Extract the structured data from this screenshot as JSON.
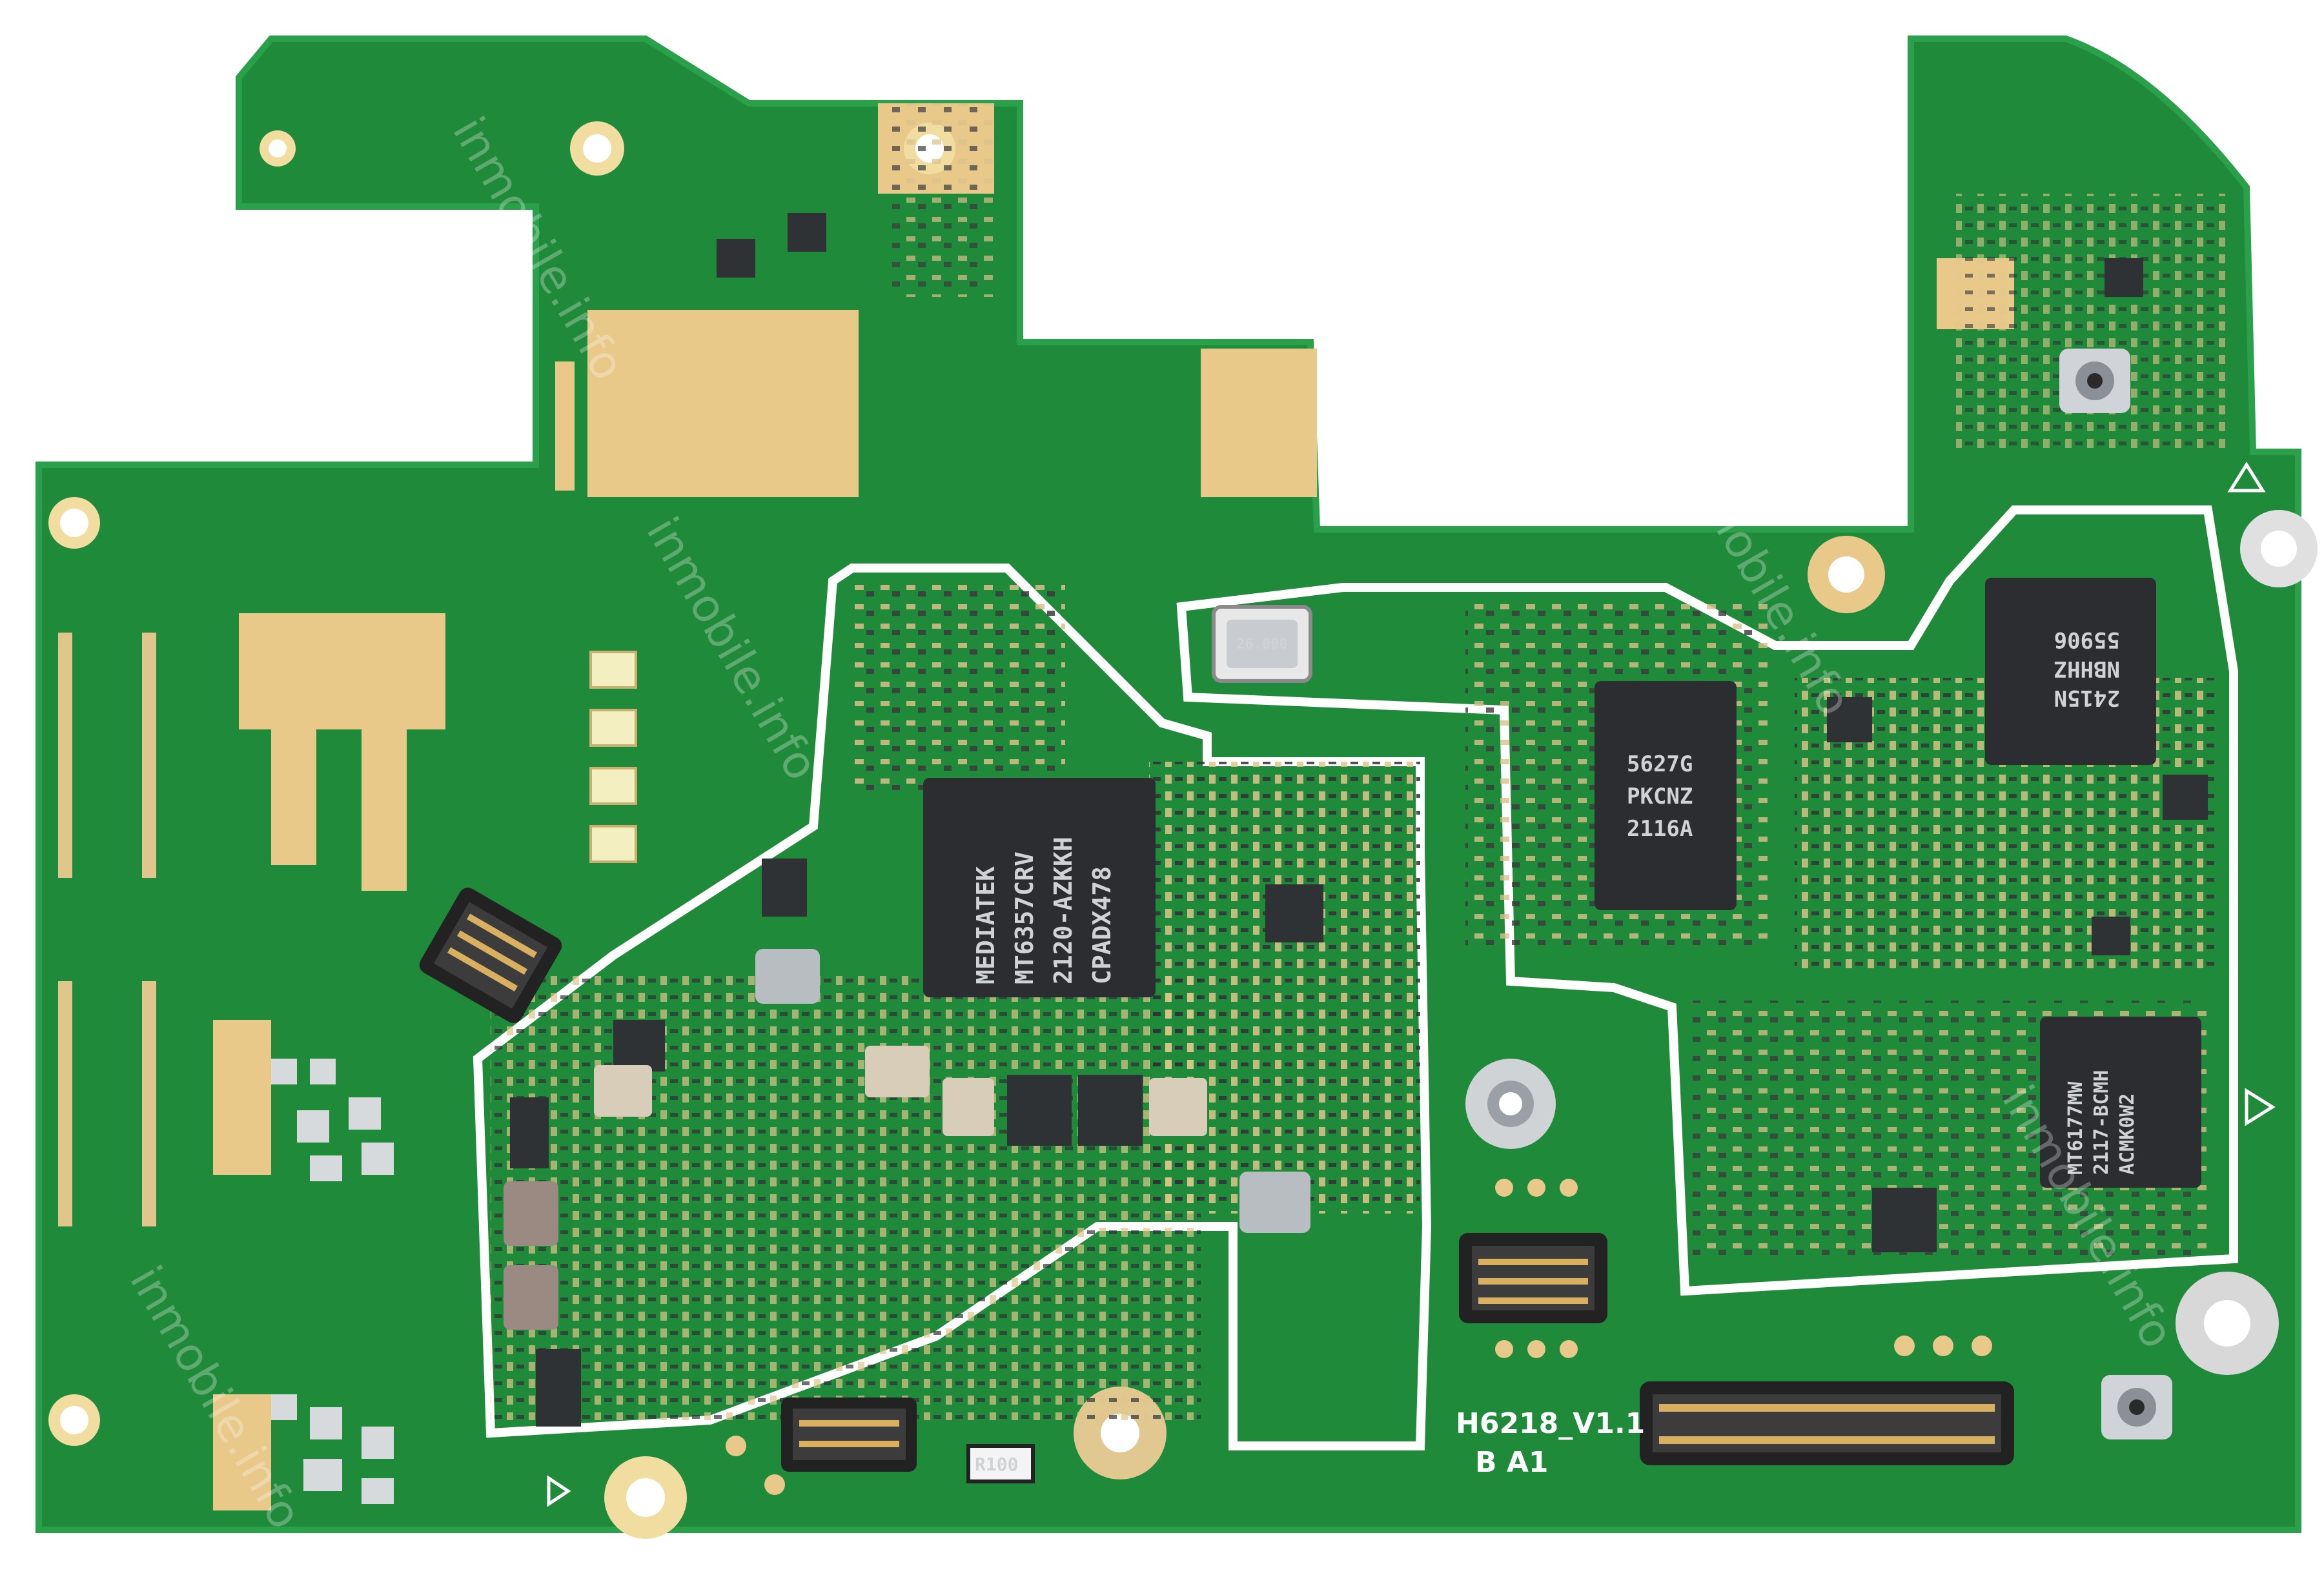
{
  "colors": {
    "pcb": "#1f8a3a",
    "pcb_dark": "#17702e",
    "pcb_light": "#2aa04a",
    "gold": "#e8c98a",
    "chip": "#2b2d30",
    "silk": "#ffffff",
    "metal": "#c8ccd0"
  },
  "board": {
    "label_model": "H6218_V1.1",
    "label_rev": "B  A1"
  },
  "chips": {
    "pmic": [
      "MEDIATEK",
      "MT6357CRV",
      "2120-AZKKH",
      "CPADX478"
    ],
    "rf": [
      "5627G",
      "PKCNZ",
      "2116A"
    ],
    "fem": [
      "2415N",
      "NBHHZ",
      "55906"
    ],
    "transceiver": [
      "MT6177MW",
      "2117-BCMH",
      "ACMK0W2"
    ],
    "crystal": "26.000",
    "resistor": "R100"
  },
  "watermark": "inmobile.info",
  "icons": {
    "triangle": "triangle-marker-icon",
    "connector": "fpc-connector-icon"
  }
}
